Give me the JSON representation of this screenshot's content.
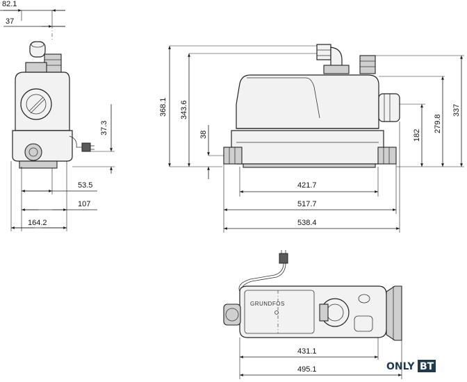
{
  "dimensions": {
    "side_view": {
      "d_82_1": "82.1",
      "d_37": "37",
      "d_37_3": "37.3",
      "d_53_5": "53.5",
      "d_107": "107",
      "d_164_2": "164.2"
    },
    "front_view": {
      "d_368_1": "368.1",
      "d_343_6": "343.6",
      "d_38": "38",
      "d_421_7": "421.7",
      "d_517_7": "517.7",
      "d_538_4": "538.4",
      "d_182": "182",
      "d_279_8": "279.8",
      "d_337": "337"
    },
    "top_view": {
      "d_431_1": "431.1",
      "d_495_1": "495.1"
    }
  },
  "brand_on_lid": "GRUNDFOS",
  "watermark": {
    "text_a": "ONLY",
    "text_b": "BT",
    "color_a": "#1f3a4d",
    "color_b_bg": "#1f3a4d",
    "color_b_fg": "#ffffff"
  }
}
